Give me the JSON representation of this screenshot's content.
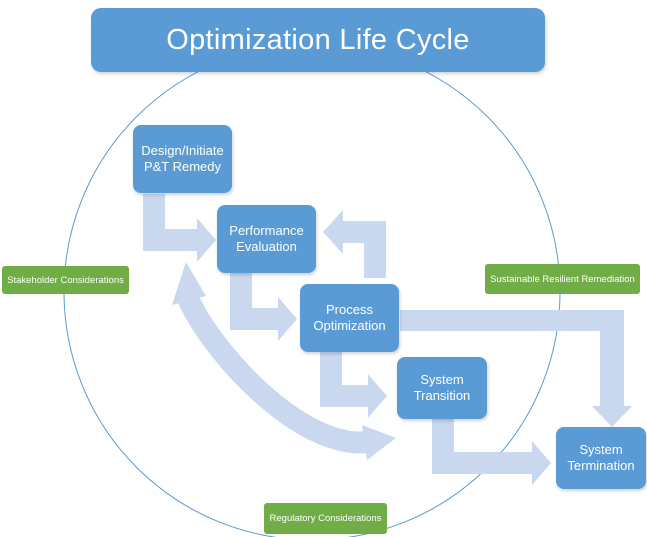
{
  "title": "Optimization Life Cycle",
  "steps": {
    "design": "Design/Initiate\nP&T Remedy",
    "performance": "Performance\nEvaluation",
    "process": "Process\nOptimization",
    "transition": "System\nTransition",
    "termination": "System\nTermination"
  },
  "considerations": {
    "stakeholder": "Stakeholder Considerations",
    "sustainable": "Sustainable Resilient Remediation",
    "regulatory": "Regulatory Considerations"
  },
  "colors": {
    "box": "#5b9bd5",
    "arrow": "#c9d8ee",
    "circle": "#5b9bd5",
    "consideration": "#70ad47"
  }
}
